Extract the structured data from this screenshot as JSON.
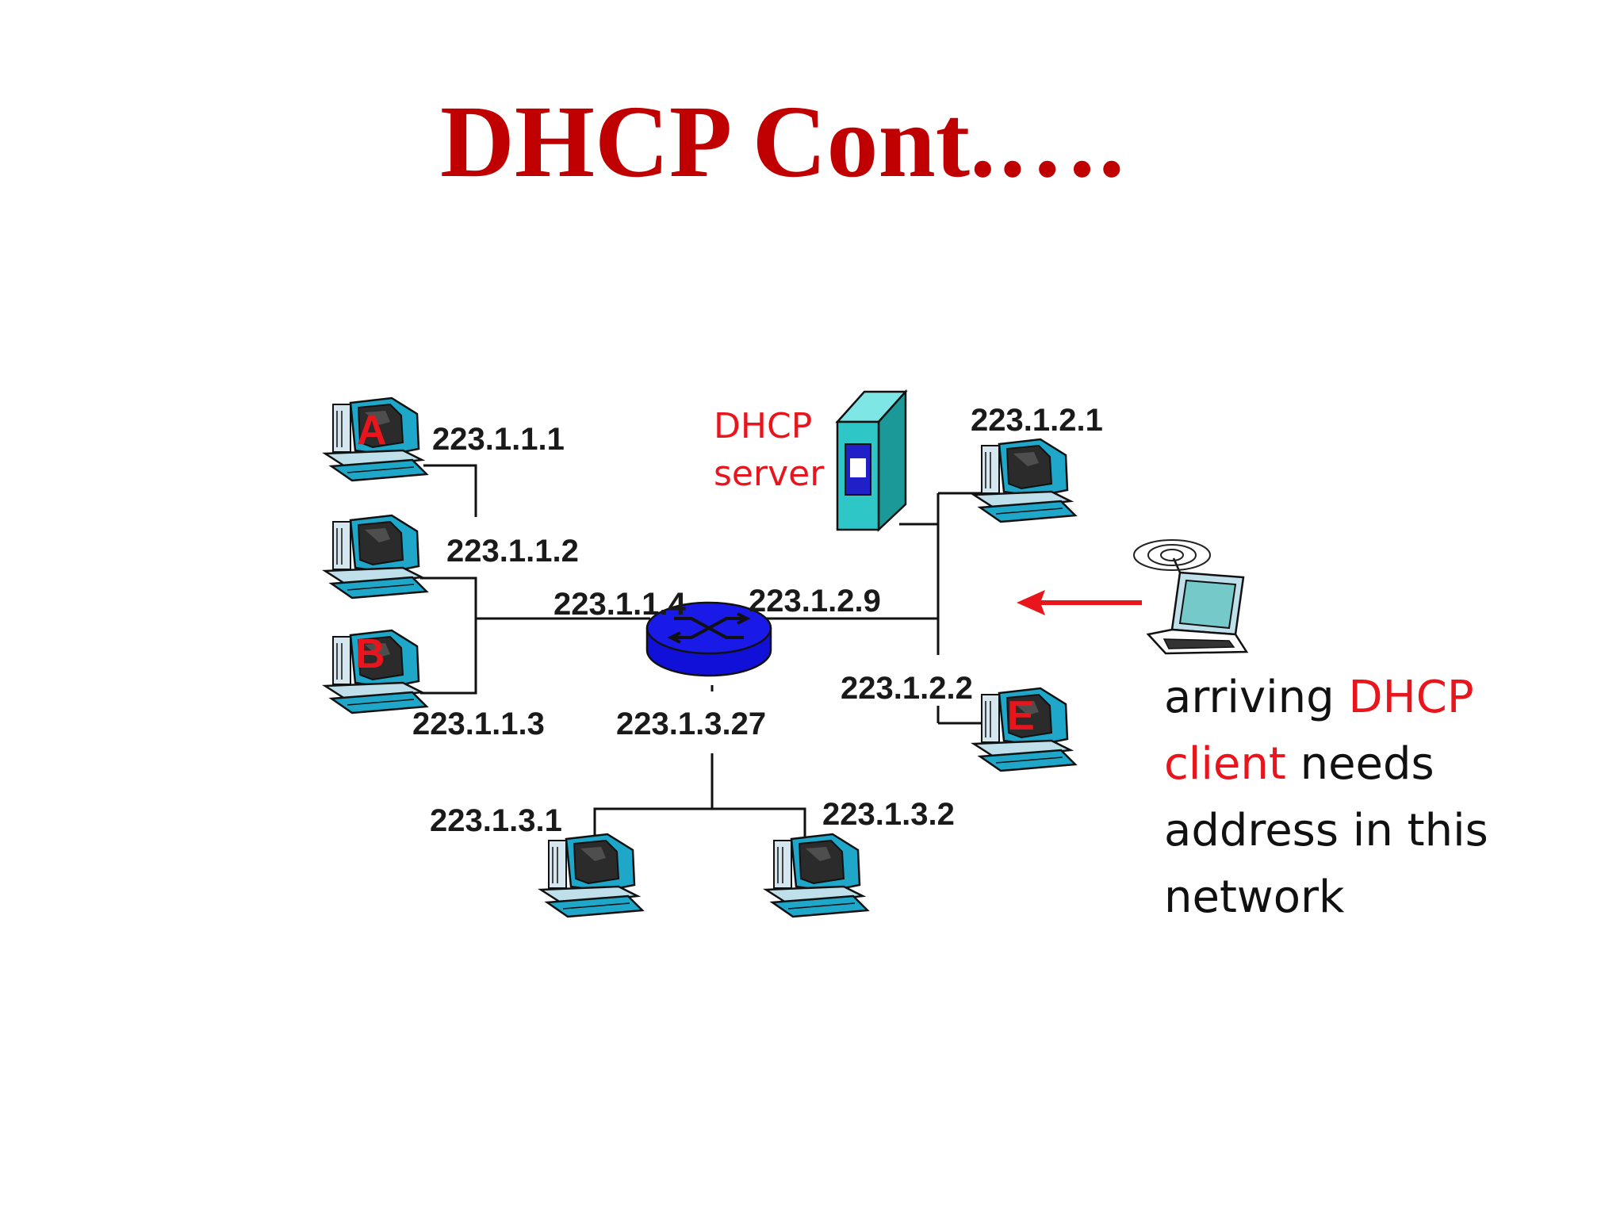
{
  "title": "DHCP Cont.….",
  "server_label": [
    "DHCP",
    "server"
  ],
  "hosts": {
    "a": "A",
    "b": "B",
    "e": "E"
  },
  "addresses": {
    "host_a": "223.1.1.1",
    "host_2": "223.1.1.2",
    "host_b": "223.1.1.3",
    "router_left": "223.1.1.4",
    "router_right": "223.1.2.9",
    "router_bottom": "223.1.3.27",
    "host_topright": "223.1.2.1",
    "host_e": "223.1.2.2",
    "host_bl": "223.1.3.1",
    "host_br": "223.1.3.2"
  },
  "caption": {
    "line1_a": "arriving ",
    "line1_b": "DHCP",
    "line2_a": "client",
    "line2_b": " needs",
    "line3": "address in this",
    "line4": "network"
  },
  "colors": {
    "title": "#c00000",
    "accent_red": "#e8161c",
    "router": "#1010d8",
    "server": "#2ec6c6",
    "monitor": "#1fa7c9"
  },
  "icons": [
    "desktop-computer-icon",
    "router-icon",
    "dhcp-server-icon",
    "laptop-icon",
    "wireless-signal-icon",
    "arrow-left-icon"
  ]
}
